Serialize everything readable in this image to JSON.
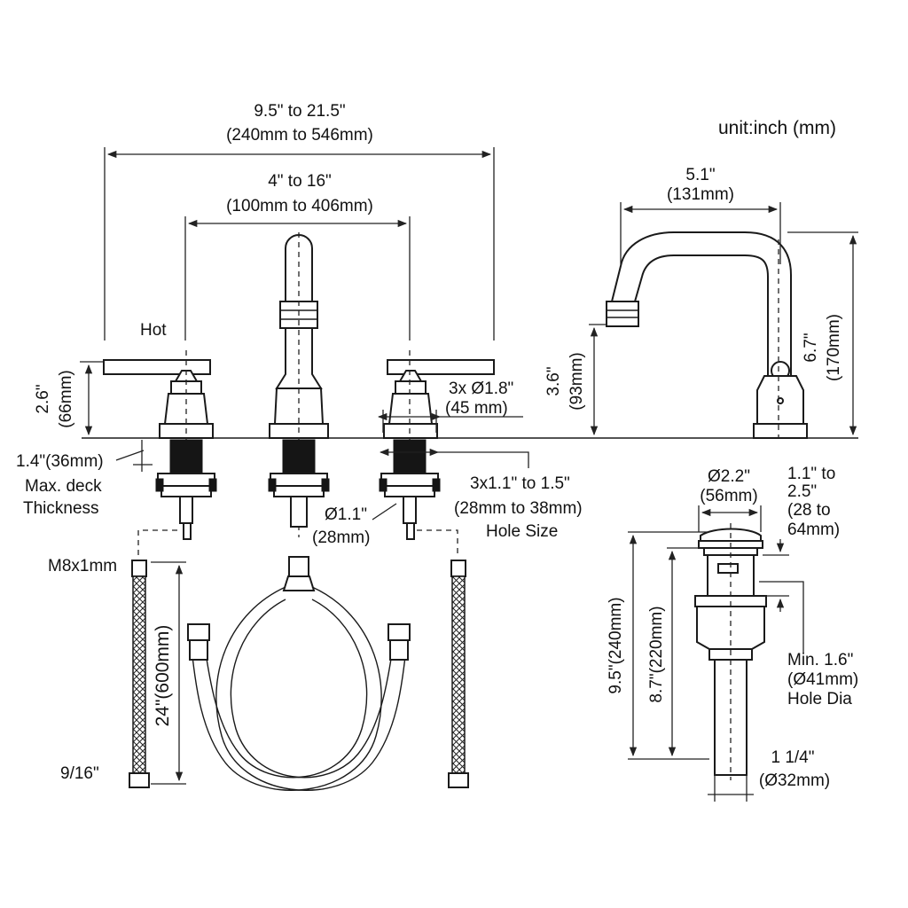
{
  "unit_label": "unit:inch (mm)",
  "handle_label": "Hot",
  "dimensions": {
    "overall_spread_in": "9.5\" to 21.5\"",
    "overall_spread_mm": "(240mm to 546mm)",
    "center_spread_in": "4\" to 16\"",
    "center_spread_mm": "(100mm to 406mm)",
    "handle_height_in": "2.6\"",
    "handle_height_mm": "(66mm)",
    "deck_thickness": "1.4\"(36mm)",
    "deck_caption_line1": "Max. deck",
    "deck_caption_line2": "Thickness",
    "base_dia_in": "3x Ø1.8\"",
    "base_dia_mm": "(45 mm)",
    "hole_size_in": "3x1.1\" to 1.5\"",
    "hole_size_mm": "(28mm to 38mm)",
    "hole_size_caption": "Hole Size",
    "shank_dia_in": "Ø1.1\"",
    "shank_dia_mm": "(28mm)",
    "spout_reach_in": "5.1\"",
    "spout_reach_mm": "(131mm)",
    "spout_outlet_height_in": "3.6\"",
    "spout_outlet_height_mm": "(93mm)",
    "spout_height_in": "6.7\"",
    "spout_height_mm": "(170mm)",
    "hose_thread": "M8x1mm",
    "hose_length": "24\"(600mm)",
    "hose_nut": "9/16\"",
    "drain_cap_dia_in": "Ø2.2\"",
    "drain_cap_dia_mm": "(56mm)",
    "drain_deck_line1": "1.1\" to",
    "drain_deck_line2": "2.5\"",
    "drain_deck_line3": "(28 to",
    "drain_deck_line4": "64mm)",
    "drain_total_length": "9.5\"(240mm)",
    "drain_body_length": "8.7\"(220mm)",
    "drain_hole_line1": "Min. 1.6\"",
    "drain_hole_line2": "(Ø41mm)",
    "drain_hole_line3": "Hole Dia",
    "tailpiece_in": "1 1/4\"",
    "tailpiece_mm": "(Ø32mm)"
  }
}
